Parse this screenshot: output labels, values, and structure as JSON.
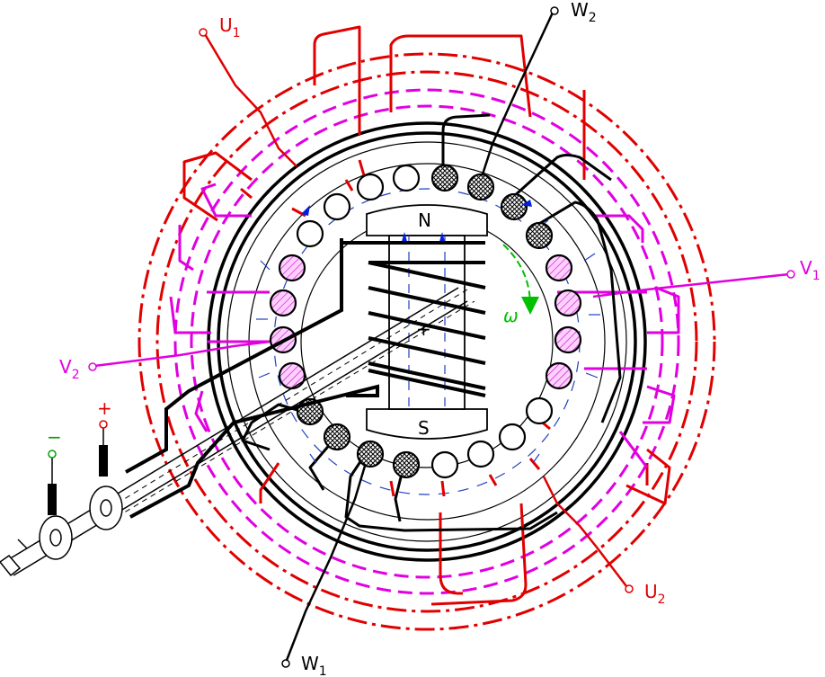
{
  "terminals": {
    "u1": {
      "base": "U",
      "sub": "1"
    },
    "u2": {
      "base": "U",
      "sub": "2"
    },
    "v1": {
      "base": "V",
      "sub": "1"
    },
    "v2": {
      "base": "V",
      "sub": "2"
    },
    "w1": {
      "base": "W",
      "sub": "1"
    },
    "w2": {
      "base": "W",
      "sub": "2"
    }
  },
  "rotor": {
    "north_pole": "N",
    "south_pole": "S",
    "plus_sign": "+",
    "omega": "ω"
  },
  "dc_supply": {
    "minus": "−",
    "plus": "+"
  },
  "colors": {
    "u_phase": "#e00000",
    "v_phase": "#e000e0",
    "w_phase": "#000000",
    "rotation_arrow": "#00c000",
    "field_arrow": "#0000dd",
    "hatch_u_fill": "#ffc8ff"
  }
}
